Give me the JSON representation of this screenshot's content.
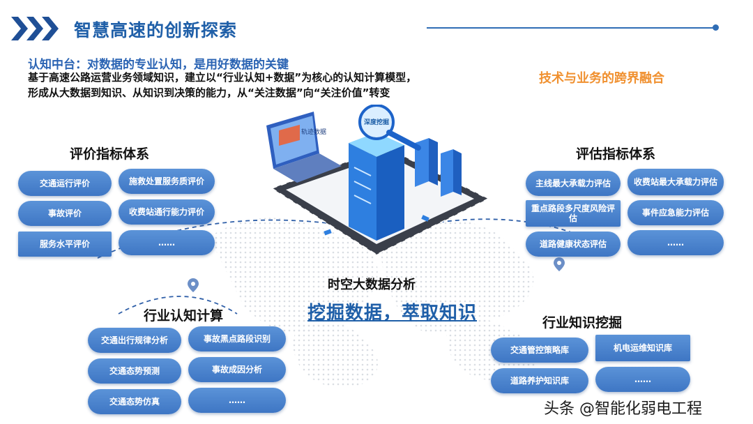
{
  "header": {
    "title": "智慧高速的创新探索"
  },
  "intro": {
    "subheading": "认知中台：对数据的专业认知，是用好数据的关键",
    "line1": "基于高速公路运营业务领域知识，建立以“行业认知+数据”为核心的认知计算模型，",
    "line2": "形成从大数据到知识、从知识到决策的能力，从“关注数据”向“关注价值”转变",
    "fusion": "技术与业务的跨界融合"
  },
  "illustration": {
    "laptop_label": "轨迹数据",
    "magnifier_label": "深度挖掘"
  },
  "evaluation_index": {
    "title": "评价指标体系",
    "items": [
      "交通运行评价",
      "施救处置服务质评价",
      "事故评价",
      "收费站通行能力评价",
      "服务水平评价",
      "……"
    ]
  },
  "assessment_index": {
    "title": "评估指标体系",
    "items": [
      "主线最大承载力评估",
      "收费站最大承载力评估",
      "重点路段多尺度风险评估",
      "事件应急能力评估",
      "道路健康状态评估",
      "……"
    ]
  },
  "center": {
    "title": "时空大数据分析",
    "slogan": "挖掘数据，萃取知识"
  },
  "industry_cognition": {
    "title": "行业认知计算",
    "items": [
      "交通出行规律分析",
      "事故黑点路段识别",
      "交通态势预测",
      "事故成因分析",
      "交通态势仿真",
      "……"
    ]
  },
  "knowledge_mining": {
    "title": "行业知识挖掘",
    "items": [
      "交通管控策略库",
      "机电运维知识库",
      "道路养护知识库",
      "……"
    ]
  },
  "watermark": "头条 @智能化弱电工程",
  "colors": {
    "title_blue": "#1f5fa8",
    "pill_blue": "#4a83cf",
    "accent_orange": "#f0902f"
  }
}
